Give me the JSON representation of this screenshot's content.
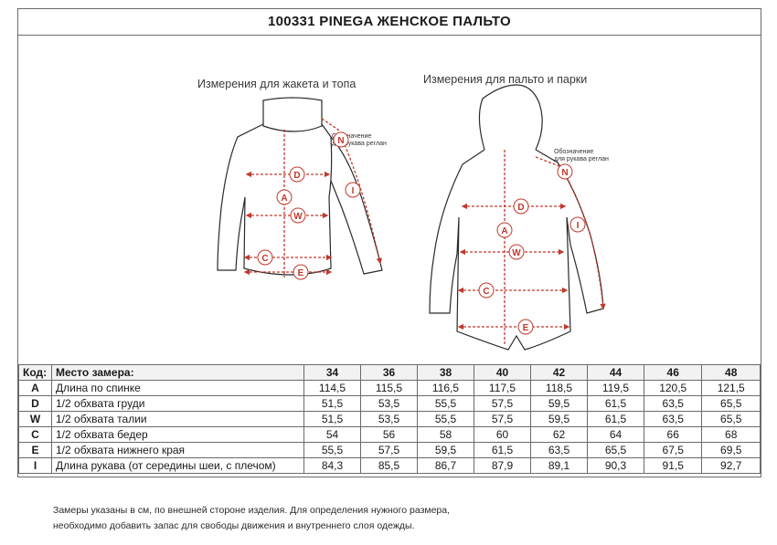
{
  "title": "100331 PINEGA ЖЕНСКОЕ ПАЛЬТО",
  "diagram": {
    "caption_jacket": "Измерения для жакета и топа",
    "caption_coat": "Измерения для пальто и парки",
    "raglan_note_line1": "Обозначение",
    "raglan_note_line2": "для рукава реглан",
    "labels": {
      "N": "N",
      "D": "D",
      "A": "A",
      "W": "W",
      "C": "C",
      "E": "E",
      "I": "I"
    },
    "colors": {
      "outline": "#2a2a2a",
      "measure": "#c0392b"
    }
  },
  "table": {
    "header": {
      "code": "Код:",
      "place": "Место замера:",
      "sizes": [
        "34",
        "36",
        "38",
        "40",
        "42",
        "44",
        "46",
        "48"
      ]
    },
    "rows": [
      {
        "code": "A",
        "place": "Длина по спинке",
        "values": [
          "114,5",
          "115,5",
          "116,5",
          "117,5",
          "118,5",
          "119,5",
          "120,5",
          "121,5"
        ]
      },
      {
        "code": "D",
        "place": "1/2 обхвата груди",
        "values": [
          "51,5",
          "53,5",
          "55,5",
          "57,5",
          "59,5",
          "61,5",
          "63,5",
          "65,5"
        ]
      },
      {
        "code": "W",
        "place": "1/2 обхвата талии",
        "values": [
          "51,5",
          "53,5",
          "55,5",
          "57,5",
          "59,5",
          "61,5",
          "63,5",
          "65,5"
        ]
      },
      {
        "code": "C",
        "place": "1/2 обхвата бедер",
        "values": [
          "54",
          "56",
          "58",
          "60",
          "62",
          "64",
          "66",
          "68"
        ]
      },
      {
        "code": "E",
        "place": "1/2 обхвата нижнего края",
        "values": [
          "55,5",
          "57,5",
          "59,5",
          "61,5",
          "63,5",
          "65,5",
          "67,5",
          "69,5"
        ]
      },
      {
        "code": "I",
        "place": "Длина рукава (от середины шеи, с плечом)",
        "values": [
          "84,3",
          "85,5",
          "86,7",
          "87,9",
          "89,1",
          "90,3",
          "91,5",
          "92,7"
        ]
      }
    ]
  },
  "footnote": {
    "line1": "Замеры указаны в см, по внешней стороне изделия. Для определения нужного размера,",
    "line2": "необходимо добавить запас для свободы движения и внутреннего слоя одежды."
  }
}
